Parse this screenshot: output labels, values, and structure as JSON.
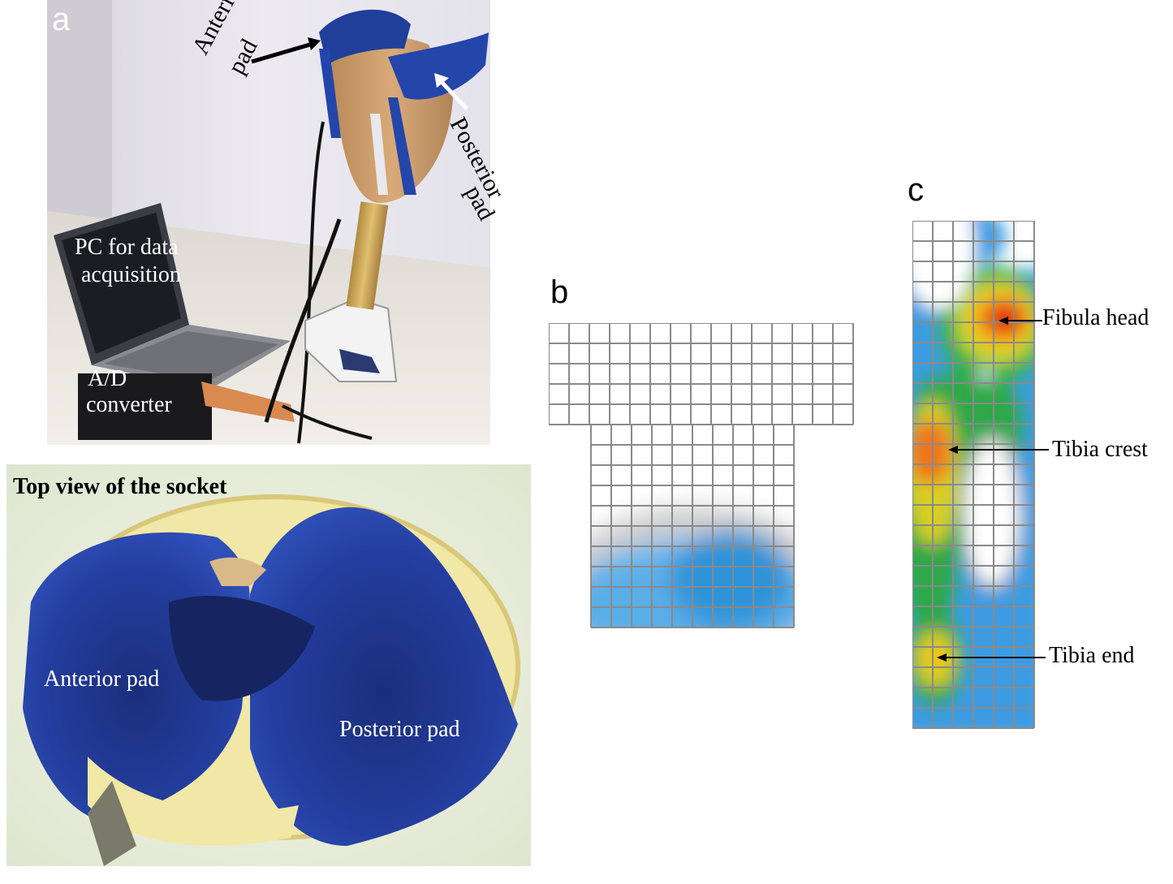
{
  "panels": {
    "a_letter": "a",
    "b_letter": "b",
    "c_letter": "c"
  },
  "photo_a": {
    "anterior_label_1": "Anterior",
    "anterior_label_2": "pad",
    "posterior_label_1": "Posterior",
    "posterior_label_2": "pad",
    "pc_label_1": "PC for data",
    "pc_label_2": "acquisition",
    "ad_label_1": "A/D",
    "ad_label_2": "converter"
  },
  "photo_b": {
    "title": "Top view of the socket",
    "anterior_label": "Anterior pad",
    "posterior_label": "Posterior pad"
  },
  "map_c": {
    "fibula_head": "Fibula head",
    "tibia_crest": "Tibia crest",
    "tibia_end": "Tibia end"
  },
  "colors": {
    "sock_blue": "#1f3f9a",
    "grid_line": "#8a8a8a",
    "pressure_low": "#3a9ce0",
    "pressure_mid": "#2aa84a",
    "pressure_high": "#e02a10"
  }
}
